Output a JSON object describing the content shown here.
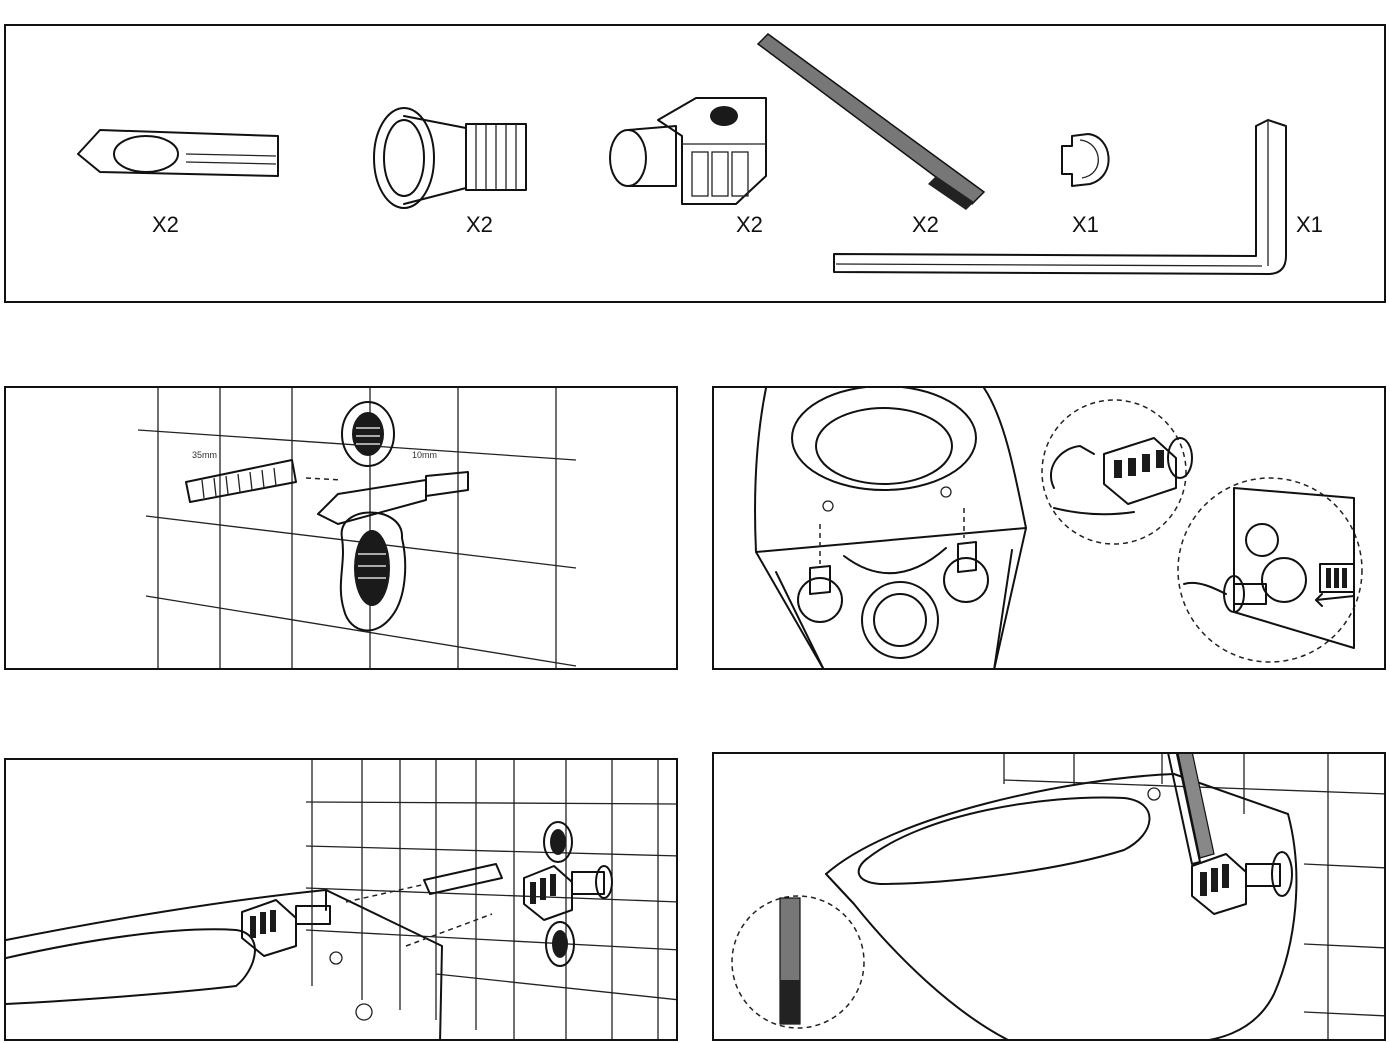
{
  "parts": [
    {
      "icon": "drill-bit-icon",
      "qty": "X2"
    },
    {
      "icon": "anchor-sleeve-icon",
      "qty": "X2"
    },
    {
      "icon": "cube-nut-icon",
      "qty": "X2"
    },
    {
      "icon": "threaded-rod-icon",
      "qty": "X2"
    },
    {
      "icon": "cap-icon",
      "qty": "X1"
    },
    {
      "icon": "hex-key-icon",
      "qty": "X1"
    }
  ],
  "steps": {
    "step1": {
      "measure_a": "35mm",
      "measure_b": "10mm"
    },
    "step2": {},
    "step3": {},
    "step4": {}
  }
}
